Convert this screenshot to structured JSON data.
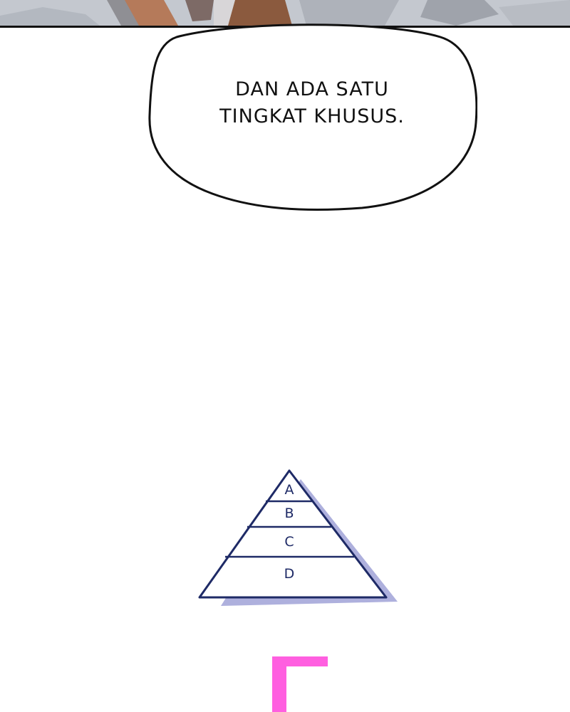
{
  "bubble": {
    "line1": "DAN ADA SATU",
    "line2": "TINGKAT KHUSUS."
  },
  "pyramid": {
    "tiers": [
      "A",
      "B",
      "C",
      "D"
    ],
    "colors": {
      "outline": "#1e2a66",
      "shadow": "#aeb0dd"
    }
  },
  "bottom_letter": {
    "color": "#ff5fe0"
  }
}
